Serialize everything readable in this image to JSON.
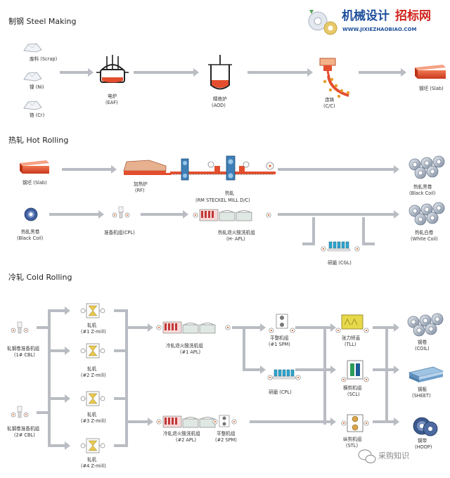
{
  "logo": {
    "brand_blue": "机械设计",
    "brand_red": "招标网",
    "url": "WWW.JIXIEZHAOBIAO.COM"
  },
  "watermark": "采购知识",
  "sections": {
    "steel_making": "制钢  Steel Making",
    "hot_rolling": "热轧  Hot Rolling",
    "cold_rolling": "冷轧  Cold Rolling"
  },
  "steel_making": {
    "scrap": "废料 (Scrap)",
    "ni": "镍 (Ni)",
    "cr": "铬 (Cr)",
    "eaf_cn": "电炉",
    "eaf_en": "(EAF)",
    "aod_cn": "精练炉",
    "aod_en": "(AOD)",
    "cc_cn": "连铸",
    "cc_en": "(C/C)",
    "slab": "钢坯 (Slab)"
  },
  "hot_rolling": {
    "slab": "钢坯 (Slab)",
    "rf_cn": "加热炉",
    "rf_en": "(RF)",
    "mill_cn": "热轧",
    "mill_en": "(RM  STECKEL MILL  D/C)",
    "black_coil_out_cn": "热轧黑卷",
    "black_coil_out_en": "(Black Coil)",
    "black_coil_in_cn": "热轧黑卷",
    "black_coil_in_en": "(Black Coil)",
    "cpl": "准备机组(CPL)",
    "hapl_cn": "热轧退火酸洗机组",
    "hapl_en": "(H- APL)",
    "cgl": "研磨 (CGL)",
    "white_coil_cn": "热轧白卷",
    "white_coil_en": "(White Coil)"
  },
  "cold_rolling": {
    "cbl1_cn": "轧钢卷准备机组",
    "cbl1_en": "(1# CBL)",
    "cbl2_cn": "轧钢卷准备机组",
    "cbl2_en": "(2# CBL)",
    "zmill1_cn": "轧机",
    "zmill1_en": "(#1 Z-mill)",
    "zmill2_cn": "轧机",
    "zmill2_en": "(#2 Z-mill)",
    "zmill3_cn": "轧机",
    "zmill3_en": "(#3 Z-mill)",
    "zmill4_cn": "轧机",
    "zmill4_en": "(#4 Z-mill)",
    "apl1_cn": "冷轧退火酸洗机组",
    "apl1_en": "(#1 APL)",
    "apl2_cn": "冷轧退火酸洗机组",
    "apl2_en": "(#2 APL)",
    "spm1_cn": "平整机组",
    "spm1_en": "(#1 SPM)",
    "spm2_cn": "平整机组",
    "spm2_en": "(#2 SPM)",
    "cpl": "研磨 (CPL)",
    "tll_cn": "张力矫直",
    "tll_en": "(TLL)",
    "scl_cn": "横剪机组",
    "scl_en": "(SCL)",
    "sll_cn": "纵剪机组",
    "sll_en": "(STL)",
    "coil_cn": "钢卷",
    "coil_en": "(COIL)",
    "sheet_cn": "钢板",
    "sheet_en": "(SHEET)",
    "hoop_cn": "钢带",
    "hoop_en": "(HOOP)"
  },
  "colors": {
    "arrow": "#b9bcc2",
    "hot_steel": "#e34e2e",
    "coil": "#9aa6b6",
    "brand_blue": "#1d4f9c",
    "brand_red": "#d0231c",
    "zmill": "#e9c84d",
    "tll": "#e7d84a",
    "scl": "#2d9b58"
  }
}
